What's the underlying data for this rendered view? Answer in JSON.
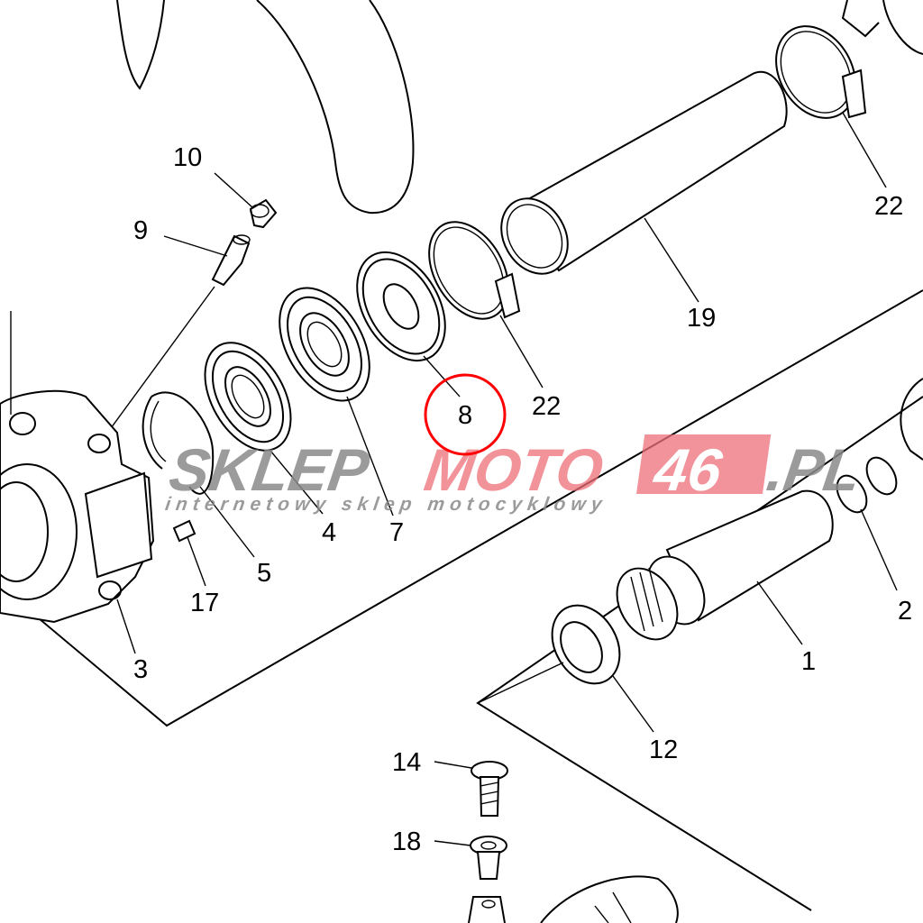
{
  "diagram": {
    "callouts": [
      {
        "id": "10",
        "label": "10"
      },
      {
        "id": "9",
        "label": "9"
      },
      {
        "id": "22a",
        "label": "22"
      },
      {
        "id": "19",
        "label": "19"
      },
      {
        "id": "22b",
        "label": "22"
      },
      {
        "id": "8",
        "label": "8"
      },
      {
        "id": "7",
        "label": "7"
      },
      {
        "id": "4",
        "label": "4"
      },
      {
        "id": "5",
        "label": "5"
      },
      {
        "id": "17",
        "label": "17"
      },
      {
        "id": "3",
        "label": "3"
      },
      {
        "id": "2",
        "label": "2"
      },
      {
        "id": "1",
        "label": "1"
      },
      {
        "id": "12",
        "label": "12"
      },
      {
        "id": "14",
        "label": "14"
      },
      {
        "id": "18",
        "label": "18"
      }
    ],
    "highlighted_part": "8",
    "highlight_color": "#ff0000"
  },
  "watermark": {
    "brand_part1": "SKLEP",
    "brand_part2": "MOTO",
    "brand_part3": "46",
    "brand_part4": ".PL",
    "tagline": "internetowy sklep motocyklowy",
    "accent_color": "#ee6e78"
  }
}
